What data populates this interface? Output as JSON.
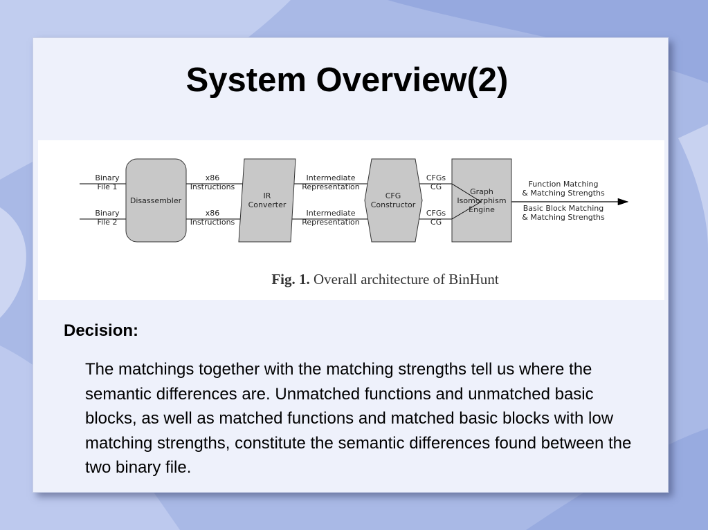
{
  "slide": {
    "title": "System Overview(2)",
    "section_heading": "Decision:",
    "body": "The matchings together with the matching strengths tell us where the semantic differences are. Unmatched functions and unmatched basic blocks, as well as matched functions and matched basic blocks with low matching strengths, constitute the semantic differences found between the two binary file."
  },
  "figure": {
    "caption_label": "Fig. 1.",
    "caption_text": "Overall architecture of BinHunt",
    "inputs": {
      "binary1_line1": "Binary",
      "binary1_line2": "File 1",
      "binary2_line1": "Binary",
      "binary2_line2": "File 2"
    },
    "nodes": {
      "disassembler": "Disassembler",
      "ir_converter_line1": "IR",
      "ir_converter_line2": "Converter",
      "cfg_line1": "CFG",
      "cfg_line2": "Constructor",
      "graph_line1": "Graph",
      "graph_line2": "Isomorphism",
      "graph_line3": "Engine"
    },
    "edge_labels": {
      "x86_top_1": "x86",
      "x86_top_2": "Instructions",
      "x86_bot_1": "x86",
      "x86_bot_2": "Instructions",
      "ir_top_1": "Intermediate",
      "ir_top_2": "Representation",
      "ir_bot_1": "Intermediate",
      "ir_bot_2": "Representation",
      "cfg_top_1": "CFGs",
      "cfg_top_2": "CG",
      "cfg_bot_1": "CFGs",
      "cfg_bot_2": "CG"
    },
    "outputs": {
      "func_1": "Function Matching",
      "func_2": "& Matching Strengths",
      "bb_1": "Basic Block Matching",
      "bb_2": "& Matching Strengths"
    }
  },
  "colors": {
    "background": "#a9b9e6",
    "card": "#eef1fb",
    "node_fill": "#c8c8c8"
  }
}
